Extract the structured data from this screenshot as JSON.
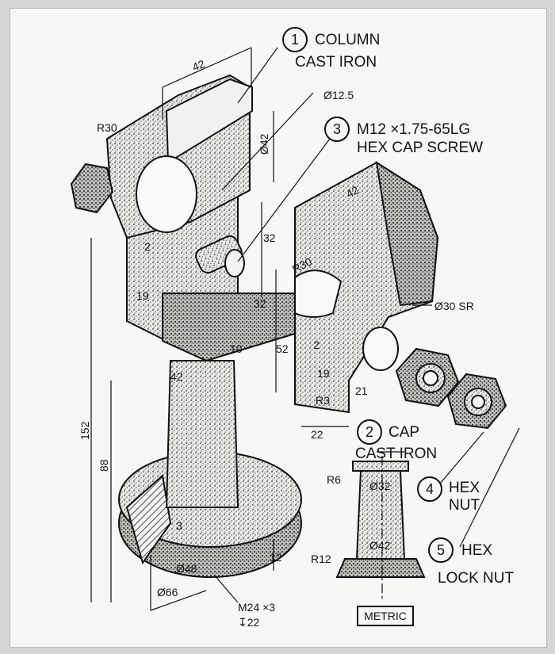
{
  "parts": [
    {
      "number": "1",
      "name": "COLUMN",
      "material": "CAST IRON"
    },
    {
      "number": "2",
      "name": "CAP",
      "material": "CAST IRON"
    },
    {
      "number": "3",
      "name": "M12 ×1.75-65LG",
      "material": "HEX CAP SCREW"
    },
    {
      "number": "4",
      "name": "HEX",
      "material": "NUT"
    },
    {
      "number": "5",
      "name": "HEX",
      "material": "LOCK NUT"
    }
  ],
  "dimensions": {
    "top_width": "42",
    "bore_small": "Ø12.5",
    "top_radius": "R30",
    "bore_large": "Ø42",
    "upper_32": "32",
    "lower_32": "32",
    "lug_19": "19",
    "lug_2": "2",
    "lug_10": "10",
    "neck_42": "42",
    "overall_152": "152",
    "height_88": "88",
    "base_48": "Ø48",
    "base_66": "Ø66",
    "thread": "M24 ×3",
    "depth": "↧22",
    "base_12": "12",
    "base_3": "3",
    "cap_42": "42",
    "cap_r30": "R30",
    "cap_52": "52",
    "cap_2": "2",
    "cap_19": "19",
    "cap_21": "21",
    "cap_r3": "R3",
    "cap_22": "22",
    "cap_sr": "Ø30 SR",
    "side_r6": "R6",
    "side_32": "Ø32",
    "side_42": "Ø42",
    "side_r12": "R12"
  },
  "note": "METRIC"
}
